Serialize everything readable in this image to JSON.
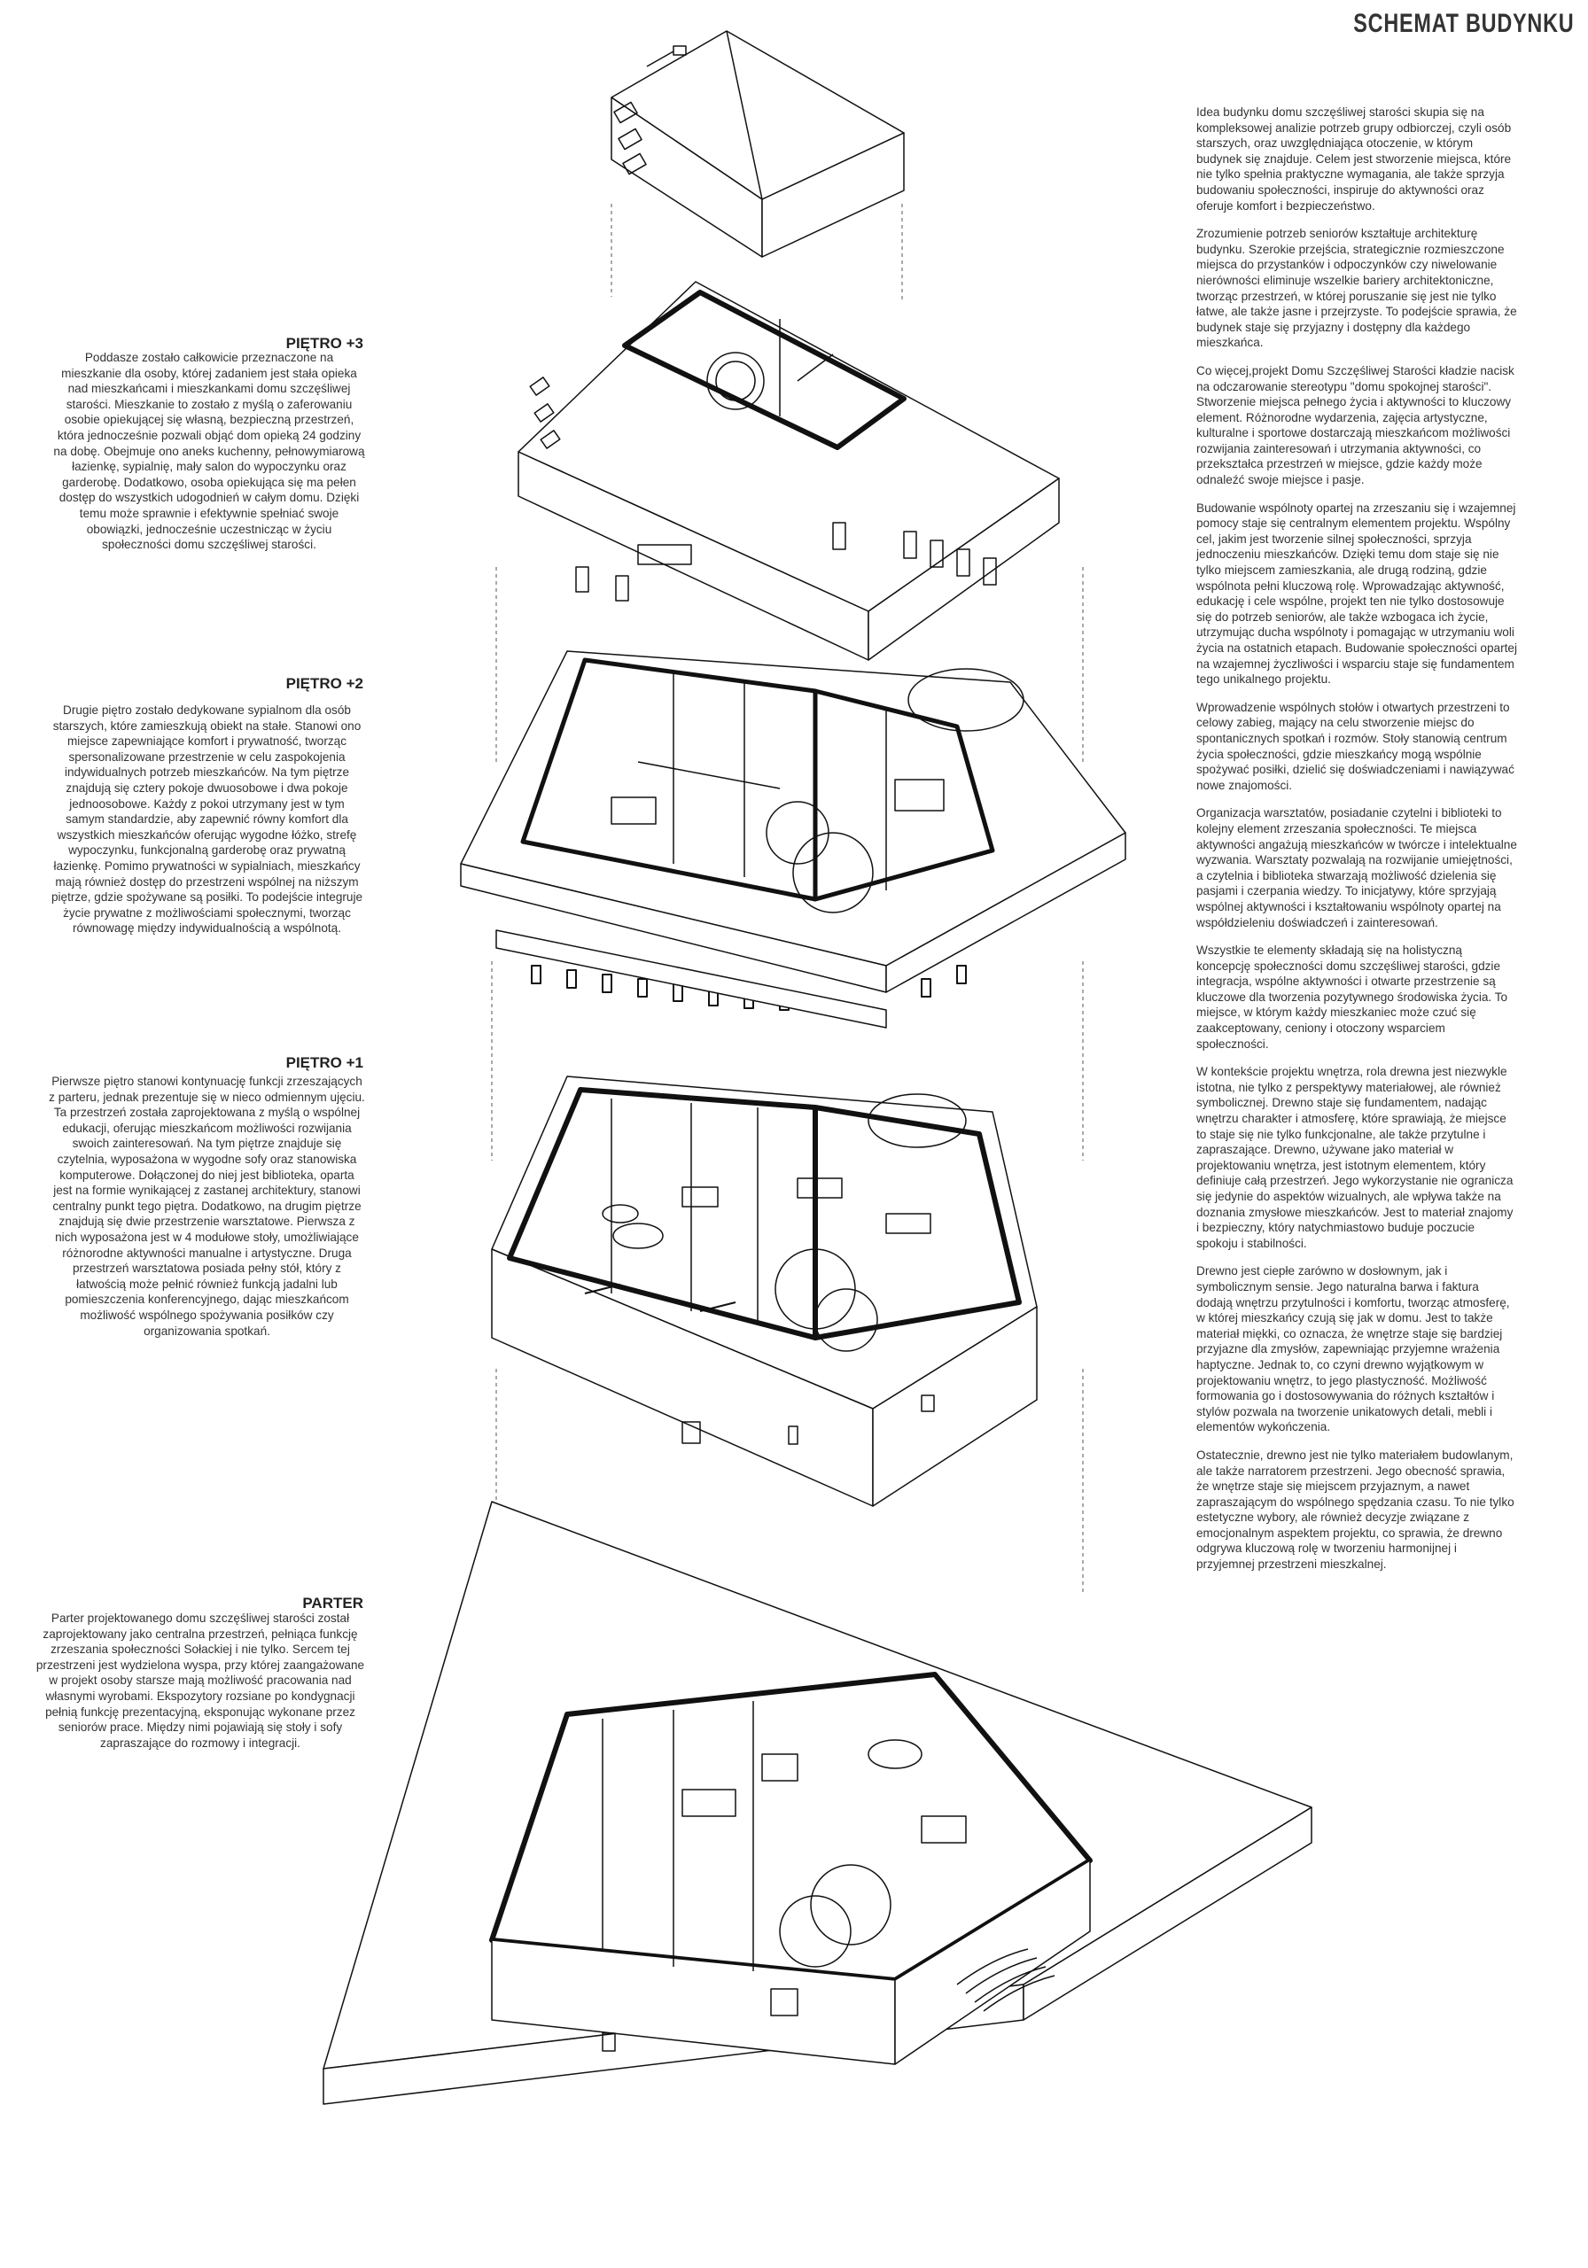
{
  "page": {
    "title": "SCHEMAT BUDYNKU"
  },
  "floors": {
    "pietro3": {
      "heading": "PIĘTRO +3",
      "text": "Poddasze zostało całkowicie przeznaczone na mieszkanie dla osoby, której zadaniem jest stała opieka nad mieszkańcami i mieszkankami domu szczęśliwej starości. Mieszkanie to zostało z myślą o zaferowaniu osobie opiekującej się własną, bezpieczną przestrzeń, która jednocześnie pozwali objąć dom opieką 24 godziny na dobę. Obejmuje ono aneks kuchenny, pełnowymiarową łazienkę, sypialnię, mały salon do wypoczynku oraz garderobę. Dodatkowo, osoba opiekująca się ma pełen dostęp do wszystkich udogodnień w całym domu. Dzięki temu może sprawnie i efektywnie spełniać swoje obowiązki, jednocześnie uczestnicząc w życiu społeczności domu szczęśliwej starości."
    },
    "pietro2": {
      "heading": "PIĘTRO +2",
      "text": "Drugie piętro zostało dedykowane sypialnom dla osób starszych, które zamieszkują obiekt na stałe. Stanowi ono miejsce zapewniające komfort i prywatność, tworząc spersonalizowane przestrzenie w celu zaspokojenia indywidualnych potrzeb mieszkańców. Na tym piętrze znajdują się cztery pokoje dwuosobowe i dwa pokoje jednoosobowe. Każdy z pokoi utrzymany jest w tym samym standardzie, aby zapewnić równy komfort dla wszystkich mieszkańców oferując wygodne łóżko, strefę wypoczynku, funkcjonalną garderobę oraz prywatną łazienkę. Pomimo prywatności w sypialniach, mieszkańcy mają również dostęp do przestrzeni wspólnej na niższym piętrze, gdzie spożywane są posiłki. To podejście integruje życie prywatne z możliwościami społecznymi, tworząc równowagę między indywidualnością a wspólnotą."
    },
    "pietro1": {
      "heading": "PIĘTRO +1",
      "text": "Pierwsze piętro stanowi kontynuację funkcji zrzeszających z parteru, jednak prezentuje się w nieco odmiennym ujęciu. Ta przestrzeń została zaprojektowana z myślą o wspólnej edukacji, oferując mieszkańcom możliwości rozwijania swoich zainteresowań. Na tym piętrze znajduje się czytelnia, wyposażona w wygodne sofy oraz stanowiska komputerowe. Dołączonej do niej jest biblioteka, oparta jest na formie wynikającej z zastanej architektury, stanowi centralny punkt tego piętra. Dodatkowo, na drugim piętrze znajdują się dwie przestrzenie warsztatowe. Pierwsza z nich wyposażona jest w 4 modułowe stoły, umożliwiające różnorodne aktywności manualne i artystyczne. Druga przestrzeń warsztatowa posiada pełny stół, który z łatwością może pełnić również funkcją jadalni lub pomieszczenia konferencyjnego, dając mieszkańcom możliwość wspólnego spożywania posiłków czy organizowania spotkań."
    },
    "parter": {
      "heading": "PARTER",
      "text": "Parter projektowanego domu szczęśliwej starości został zaprojektowany jako centralna przestrzeń, pełniąca funkcję zrzeszania społeczności Sołackiej i nie tylko. Sercem tej przestrzeni jest wydzielona wyspa, przy której zaangażowane w projekt osoby starsze mają możliwość pracowania nad własnymi wyrobami. Ekspozytory rozsiane po kondygnacji pełnią funkcję prezentacyjną, eksponując wykonane przez seniorów prace. Między nimi pojawiają się stoły i sofy zapraszające do rozmowy i integracji."
    }
  },
  "description": {
    "paragraphs": [
      "Idea budynku domu szczęśliwej starości skupia się na kompleksowej analizie potrzeb grupy odbiorczej, czyli osób starszych, oraz uwzględniająca otoczenie, w którym budynek się znajduje. Celem jest stworzenie miejsca, które nie tylko spełnia praktyczne wymagania, ale także sprzyja budowaniu społeczności, inspiruje do aktywności oraz oferuje komfort i bezpieczeństwo.",
      "Zrozumienie potrzeb seniorów kształtuje architekturę budynku. Szerokie przejścia, strategicznie rozmieszczone miejsca do przystanków i odpoczynków czy niwelowanie nierówności eliminuje wszelkie bariery architektoniczne, tworząc przestrzeń, w której poruszanie się jest nie tylko łatwe, ale także jasne i przejrzyste. To podejście sprawia, że budynek staje się przyjazny i dostępny dla każdego mieszkańca.",
      "Co więcej,projekt Domu Szczęśliwej Starości kładzie nacisk na odczarowanie stereotypu \"domu spokojnej starości\". Stworzenie miejsca pełnego życia i aktywności to kluczowy element. Różnorodne wydarzenia, zajęcia artystyczne, kulturalne i sportowe dostarczają mieszkańcom możliwości rozwijania zainteresowań i utrzymania aktywności, co przekształca przestrzeń w miejsce, gdzie każdy może odnaleźć swoje miejsce i pasje.",
      "Budowanie wspólnoty opartej na zrzeszaniu się i wzajemnej pomocy staje się centralnym elementem projektu. Wspólny cel, jakim jest tworzenie silnej społeczności, sprzyja jednoczeniu mieszkańców. Dzięki temu dom staje się nie tylko miejscem zamieszkania, ale drugą rodziną, gdzie wspólnota pełni kluczową rolę. Wprowadzając aktywność, edukację i cele wspólne, projekt ten nie tylko dostosowuje się do potrzeb seniorów, ale także wzbogaca ich życie, utrzymując ducha wspólnoty i pomagając w utrzymaniu woli życia na ostatnich etapach. Budowanie społeczności opartej na wzajemnej życzliwości i wsparciu staje się fundamentem tego unikalnego projektu.",
      "Wprowadzenie wspólnych stołów i otwartych przestrzeni to celowy zabieg, mający na celu stworzenie miejsc do spontanicznych spotkań i rozmów. Stoły stanowią centrum życia społeczności, gdzie mieszkańcy mogą wspólnie spożywać posiłki, dzielić się doświadczeniami i nawiązywać nowe znajomości.",
      "Organizacja warsztatów, posiadanie czytelni i biblioteki to kolejny element zrzeszania społeczności. Te miejsca aktywności angażują mieszkańców w twórcze i intelektualne wyzwania. Warsztaty pozwalają na rozwijanie umiejętności, a czytelnia i biblioteka stwarzają możliwość dzielenia się pasjami i czerpania wiedzy. To inicjatywy, które sprzyjają wspólnej aktywności i kształtowaniu wspólnoty opartej na współdzieleniu doświadczeń i zainteresowań.",
      "Wszystkie te elementy składają się na holistyczną koncepcję społeczności domu szczęśliwej starości, gdzie integracja, wspólne aktywności i otwarte przestrzenie są kluczowe dla tworzenia pozytywnego środowiska życia. To miejsce, w którym każdy mieszkaniec może czuć się zaakceptowany, ceniony i otoczony wsparciem społeczności.",
      "W kontekście projektu wnętrza, rola drewna jest niezwykle istotna, nie tylko z perspektywy materiałowej, ale również symbolicznej. Drewno staje się fundamentem, nadając wnętrzu charakter i atmosferę, które sprawiają, że miejsce to staje się nie tylko funkcjonalne, ale także przytulne i zapraszające. Drewno, używane jako materiał w projektowaniu wnętrza, jest istotnym elementem, który definiuje całą przestrzeń. Jego wykorzystanie nie ogranicza się jedynie do aspektów wizualnych, ale wpływa także na doznania zmysłowe mieszkańców. Jest to materiał znajomy i bezpieczny, który natychmiastowo buduje poczucie spokoju i stabilności.",
      "Drewno jest ciepłe zarówno w dosłownym, jak i symbolicznym sensie. Jego naturalna barwa i faktura dodają wnętrzu przytulności i komfortu, tworząc atmosferę, w której mieszkańcy czują się jak w domu. Jest to także materiał miękki, co oznacza, że wnętrze staje się bardziej przyjazne dla zmysłów, zapewniając przyjemne wrażenia haptyczne. Jednak to, co czyni drewno wyjątkowym w projektowaniu wnętrz, to jego plastyczność. Możliwość formowania go i dostosowywania do różnych kształtów i stylów pozwala na tworzenie unikatowych detali, mebli i elementów wykończenia.",
      "Ostatecznie, drewno jest nie tylko materiałem budowlanym, ale także narratorem przestrzeni. Jego obecność sprawia, że wnętrze staje się miejscem przyjaznym, a nawet zapraszającym do wspólnego spędzania czasu. To nie tylko estetyczne wybory, ale również decyzje związane z emocjonalnym aspektem projektu, co sprawia, że drewno odgrywa kluczową rolę w tworzeniu harmonijnej i przyjemnej przestrzeni mieszkalnej."
    ]
  }
}
